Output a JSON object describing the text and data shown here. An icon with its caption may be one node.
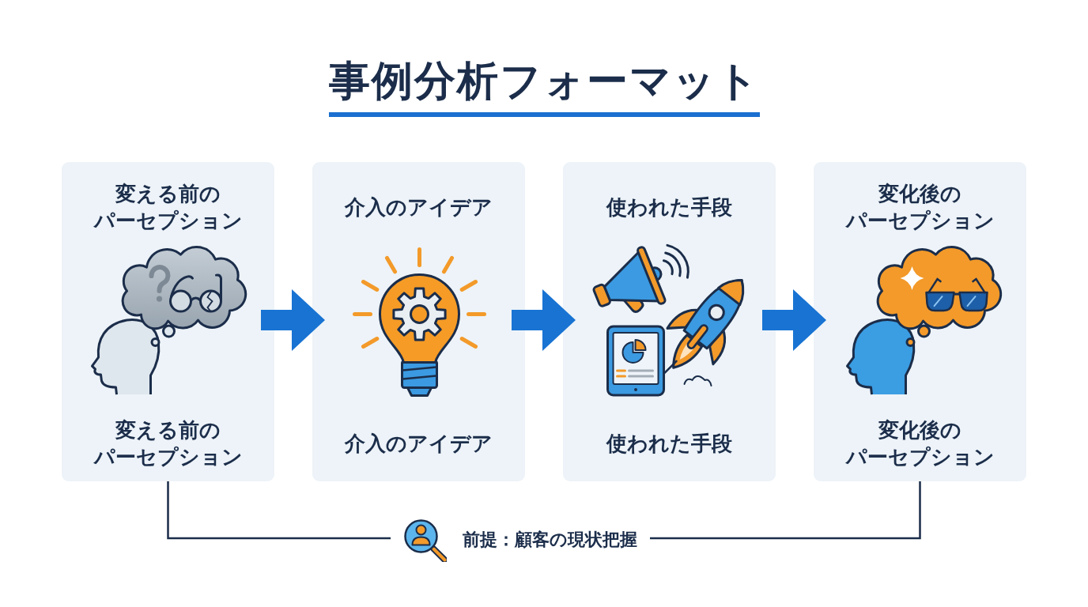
{
  "diagram": {
    "title": "事例分析フォーマット",
    "nodes": [
      {
        "text": [
          "変える前のパーセプション",
          "変える前のパーセプション"
        ]
      },
      {
        "text": [
          "介入のアイデア",
          "介入のアイデア"
        ]
      },
      {
        "text": [
          "使われた手段",
          "使われた手段"
        ]
      },
      {
        "text": [
          "変化後のパーセプション",
          "変化後のパーセプション"
        ]
      }
    ],
    "edges": [
      {
        "from": 0,
        "to": 1,
        "arrow": "to"
      },
      {
        "from": 1,
        "to": 2,
        "arrow": "to"
      },
      {
        "from": 2,
        "to": 3,
        "arrow": "to"
      },
      {
        "from": 0,
        "to": 3,
        "arrow": "none",
        "label": "前提：顧客の現状把握",
        "color": "#1b2d4a"
      }
    ]
  }
}
